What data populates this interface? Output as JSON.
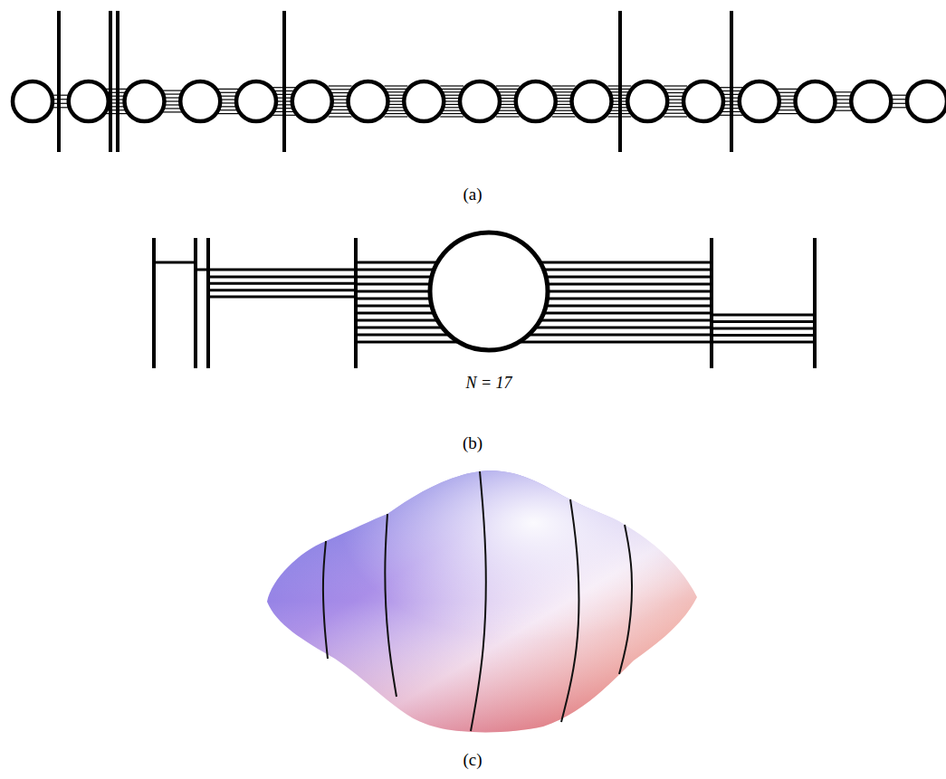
{
  "diagram": {
    "labels": [
      "(a)",
      "(b)",
      "N = 17",
      "(c)"
    ]
  }
}
